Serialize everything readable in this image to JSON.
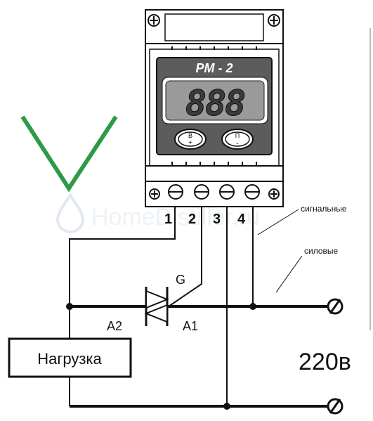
{
  "device": {
    "model": "РМ - 2",
    "display_digits": "888",
    "button_up": {
      "letter": "В",
      "sign": "+"
    },
    "button_down": {
      "letter": "П",
      "sign": "-"
    }
  },
  "terminals": [
    "1",
    "2",
    "3",
    "4"
  ],
  "labels": {
    "signal_wires": "сигнальные",
    "power_wires": "силовые",
    "gate": "G",
    "anode2": "A2",
    "anode1": "A1",
    "load": "Нагрузка",
    "voltage": "220в"
  },
  "watermark": "HomeDistiller.ru",
  "colors": {
    "line": "#111111",
    "device_panel": "#5c5c5c",
    "display": "#9a9a9a",
    "checkmark": "#2e9a46",
    "watermark": "#dfe8f0"
  }
}
